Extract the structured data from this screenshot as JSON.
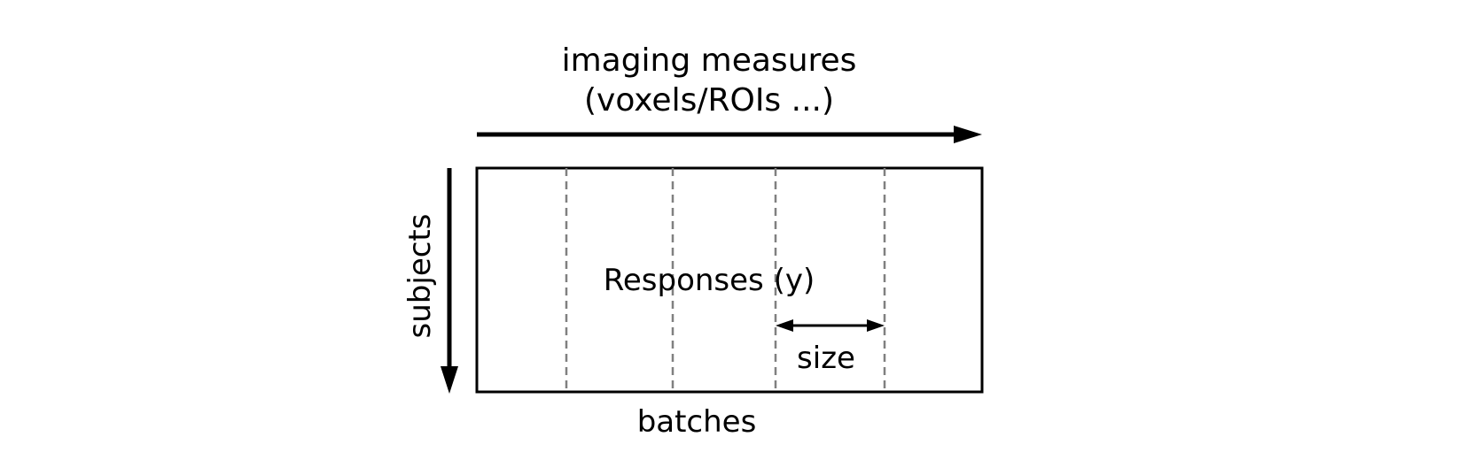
{
  "labels": {
    "top_line1": "imaging measures",
    "top_line2": "(voxels/ROIs ...)",
    "left": "subjects",
    "center": "Responses (y)",
    "size": "size",
    "bottom": "batches"
  },
  "colors": {
    "stroke": "#000000",
    "dashed_divider": "#808080",
    "background": "#ffffff"
  }
}
